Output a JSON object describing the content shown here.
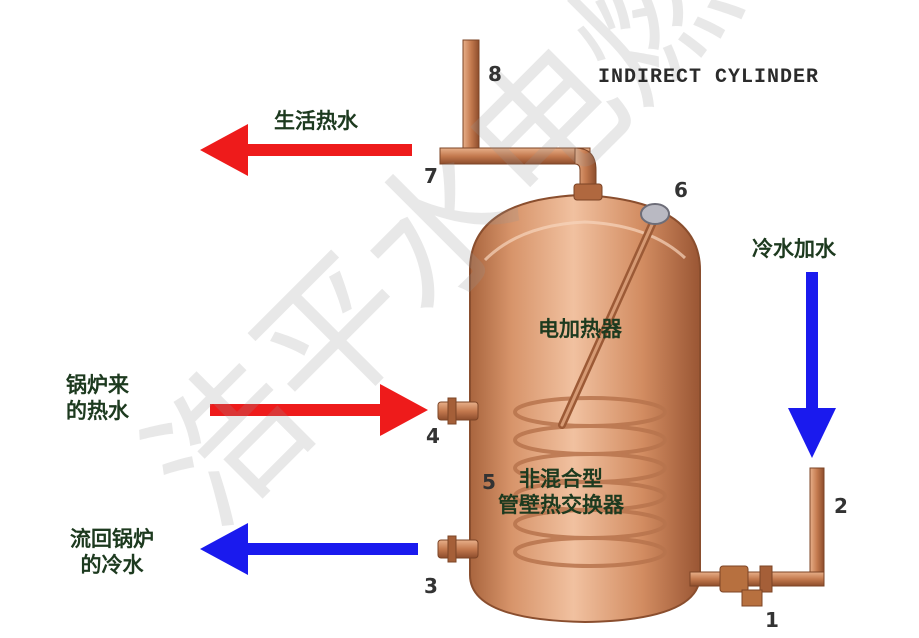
{
  "title": "INDIRECT CYLINDER",
  "watermark": "浩平水电燃气",
  "labels": {
    "hot_water_use": "生活热水",
    "cold_water_feed": "冷水加水",
    "electric_heater": "电加热器",
    "boiler_hot_in_line1": "锅炉来",
    "boiler_hot_in_line2": "的热水",
    "coil_line1": "非混合型",
    "coil_line2": "管壁热交换器",
    "return_line1": "流回锅炉",
    "return_line2": "的冷水"
  },
  "numbers": [
    "1",
    "2",
    "3",
    "4",
    "5",
    "6",
    "7",
    "8"
  ],
  "colors": {
    "hot_arrow": "#ee1b1b",
    "cold_arrow": "#1a1aee",
    "copper": "#c9855c",
    "label_text": "#1d3a1f"
  }
}
